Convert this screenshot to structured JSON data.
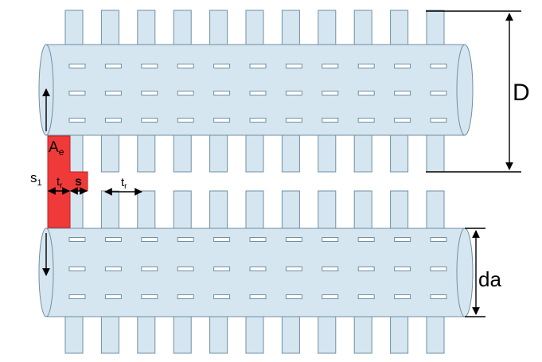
{
  "labels": {
    "D": "D",
    "da": "da",
    "Ae_main": "A",
    "Ae_sub": "e",
    "s1_main": "s",
    "s1_sub": "1",
    "tr_main": "t",
    "tr_sub": "r",
    "s": "s"
  },
  "layout_info": {
    "fins_per_row": 11,
    "slot_rows_per_tube": 3,
    "tubes": 2
  },
  "colors": {
    "fin_fill": "#d5e6f0",
    "fin_stroke": "#6f8fa4",
    "highlight": "#f03a3a",
    "dimension": "#000000"
  }
}
